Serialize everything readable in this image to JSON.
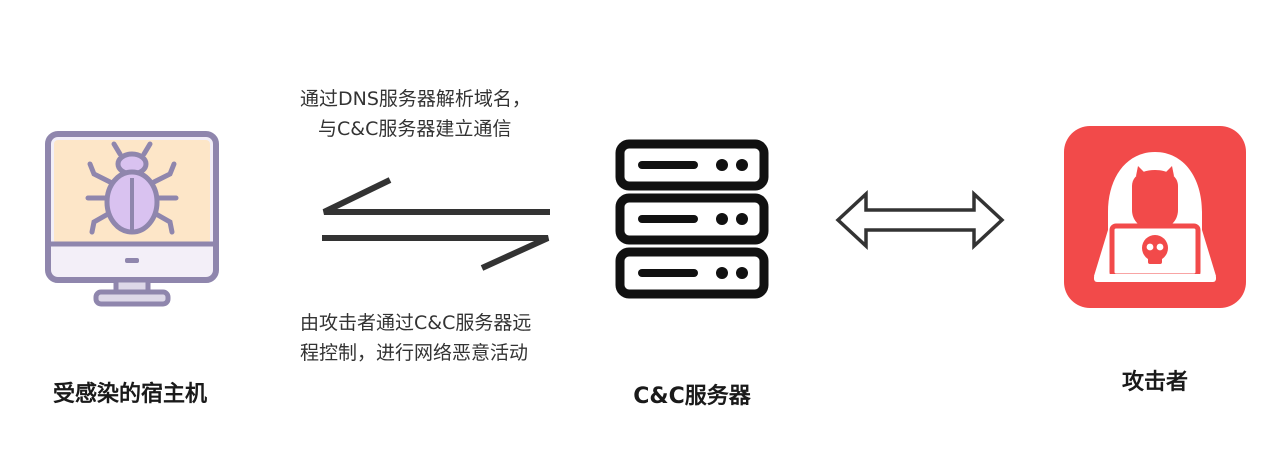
{
  "nodes": {
    "host": {
      "label": "受感染的宿主机",
      "icon": "infected-computer-icon"
    },
    "server": {
      "label": "C&C服务器",
      "icon": "server-rack-icon"
    },
    "attacker": {
      "label": "攻击者",
      "icon": "hacker-icon"
    }
  },
  "edges": {
    "host_server": {
      "top_caption": [
        "通过DNS服务器解析域名，",
        "与C&C服务器建立通信"
      ],
      "bottom_caption": [
        "由攻击者通过C&C服务器远",
        "程控制，进行网络恶意活动"
      ],
      "icon": "bidirectional-half-arrows-icon"
    },
    "server_attacker": {
      "icon": "double-headed-arrow-icon"
    }
  },
  "colors": {
    "monitor_frame": "#8f86ad",
    "monitor_screen": "#fde6c8",
    "bug_fill": "#d9c2f0",
    "server_stroke": "#111111",
    "attacker_bg": "#f24a4a",
    "arrow_stroke": "#333333"
  }
}
